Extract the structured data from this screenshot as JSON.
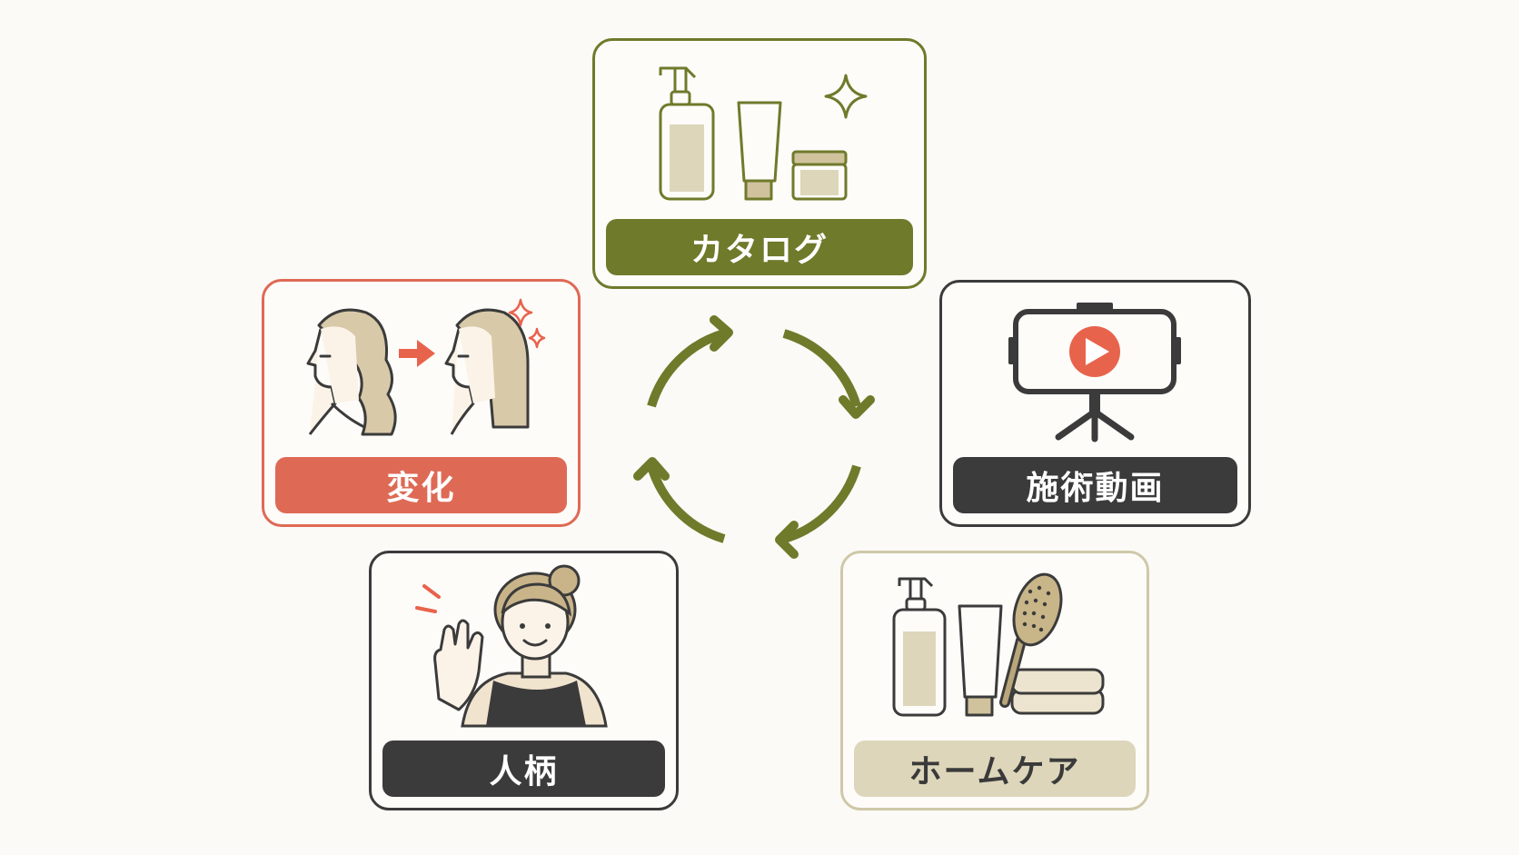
{
  "cards": {
    "catalog": {
      "label": "カタログ"
    },
    "video": {
      "label": "施術動画"
    },
    "homecare": {
      "label": "ホームケア"
    },
    "person": {
      "label": "人柄"
    },
    "change": {
      "label": "変化"
    }
  },
  "colors": {
    "olive": "#6f7a2b",
    "dark": "#3b3b3b",
    "beige": "#ddd6bb",
    "coral": "#de6a55",
    "background": "#fbfaf6"
  },
  "icons": {
    "catalog": [
      "pump-bottle-icon",
      "tube-icon",
      "jar-icon",
      "sparkle-icon"
    ],
    "video": [
      "smartphone-on-tripod-icon",
      "play-icon"
    ],
    "homecare": [
      "pump-bottle-icon",
      "tube-icon",
      "hairbrush-icon",
      "towel-icon"
    ],
    "person": [
      "stylist-waving-icon"
    ],
    "change": [
      "wavy-hair-profile-icon",
      "arrow-right-icon",
      "straight-hair-profile-icon",
      "sparkle-icon"
    ],
    "center": "cycle-arrows-icon"
  }
}
